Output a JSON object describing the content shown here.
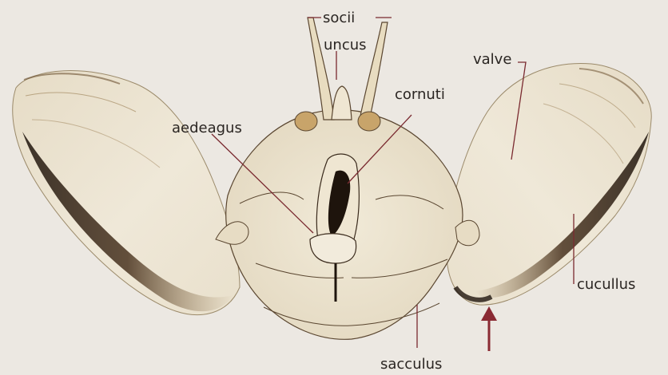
{
  "labels": {
    "socii": "socii",
    "uncus": "uncus",
    "cornuti": "cornuti",
    "aedeagus": "aedeagus",
    "valve": "valve",
    "cucullus": "cucullus",
    "sacculus": "sacculus"
  },
  "colors": {
    "background": "#ece8e2",
    "leader_line": "#7a2a30",
    "arrow": "#8a2a33",
    "ink": "#3a2a1c",
    "tissue": "#efe6d2",
    "dark_scale": "#2a1a10",
    "brown_scale": "#8a6a3a"
  },
  "icons": {
    "pointer": "up-arrow-icon"
  }
}
